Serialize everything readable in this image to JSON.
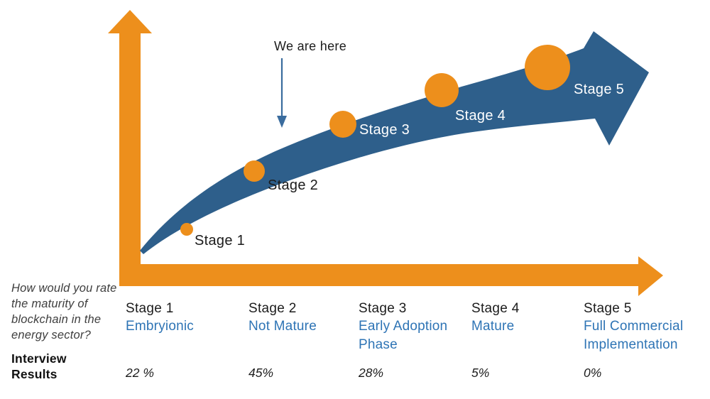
{
  "colors": {
    "axis_orange": "#ED8F1C",
    "curve_blue": "#2E5F8B",
    "curve_label_white": "#FFFFFF",
    "maturity_text_blue": "#2E74B5",
    "annotation_arrow_blue": "#3A6C9E",
    "dark_text": "#1C1C1C",
    "question_text_gray": "#3E3E3E"
  },
  "annotation": {
    "we_are_here": "We are here"
  },
  "curve_stage_labels": [
    "Stage 1",
    "Stage 2",
    "Stage 3",
    "Stage 4",
    "Stage 5"
  ],
  "table": {
    "question_lines": [
      "How would you rate",
      "the maturity of",
      "blockchain in the",
      "energy sector?"
    ],
    "row_label_lines": [
      "Interview",
      "Results"
    ],
    "columns": [
      {
        "stage": "Stage 1",
        "maturity": "Embryionic",
        "result": "22 %"
      },
      {
        "stage": "Stage 2",
        "maturity": "Not Mature",
        "result": "45%"
      },
      {
        "stage": "Stage 3",
        "maturity": "Early Adoption Phase",
        "result": "28%"
      },
      {
        "stage": "Stage 4",
        "maturity": "Mature",
        "result": "5%"
      },
      {
        "stage": "Stage 5",
        "maturity": "Full Commercial Implementation",
        "result": "0%"
      }
    ]
  },
  "chart_data": {
    "type": "table",
    "categories": [
      "Stage 1",
      "Stage 2",
      "Stage 3",
      "Stage 4",
      "Stage 5"
    ],
    "category_descriptions": [
      "Embryionic",
      "Not Mature",
      "Early Adoption Phase",
      "Mature",
      "Full Commercial Implementation"
    ],
    "series": [
      {
        "name": "Interview Results",
        "values_percent": [
          22,
          45,
          28,
          5,
          0
        ]
      }
    ],
    "annotations": [
      "We are here"
    ]
  }
}
